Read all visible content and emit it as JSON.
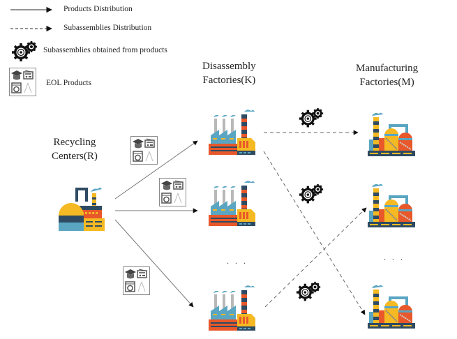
{
  "legend": {
    "items": [
      {
        "label": "Products Distribution",
        "icon": "solid-arrow-icon"
      },
      {
        "label": "Subassemblies Distribution",
        "icon": "dashed-arrow-icon"
      },
      {
        "label": "Subassemblies obtained from products",
        "icon": "gears-icon"
      },
      {
        "label": "EOL Products",
        "icon": "eol-products-icon"
      }
    ]
  },
  "nodes": {
    "recycling": {
      "title": "Recycling\nCenters(R)"
    },
    "disassembly": {
      "title": "Disassembly\nFactories(K)",
      "ellipsis": ". . ."
    },
    "manufacturing": {
      "title": "Manufacturing\nFactories(M)",
      "ellipsis": ". . ."
    }
  },
  "colors": {
    "orange": "#e8582a",
    "yellow": "#f5b923",
    "teal": "#5aa6c2",
    "navy": "#2f4b63",
    "gray": "#b0b0b0"
  }
}
